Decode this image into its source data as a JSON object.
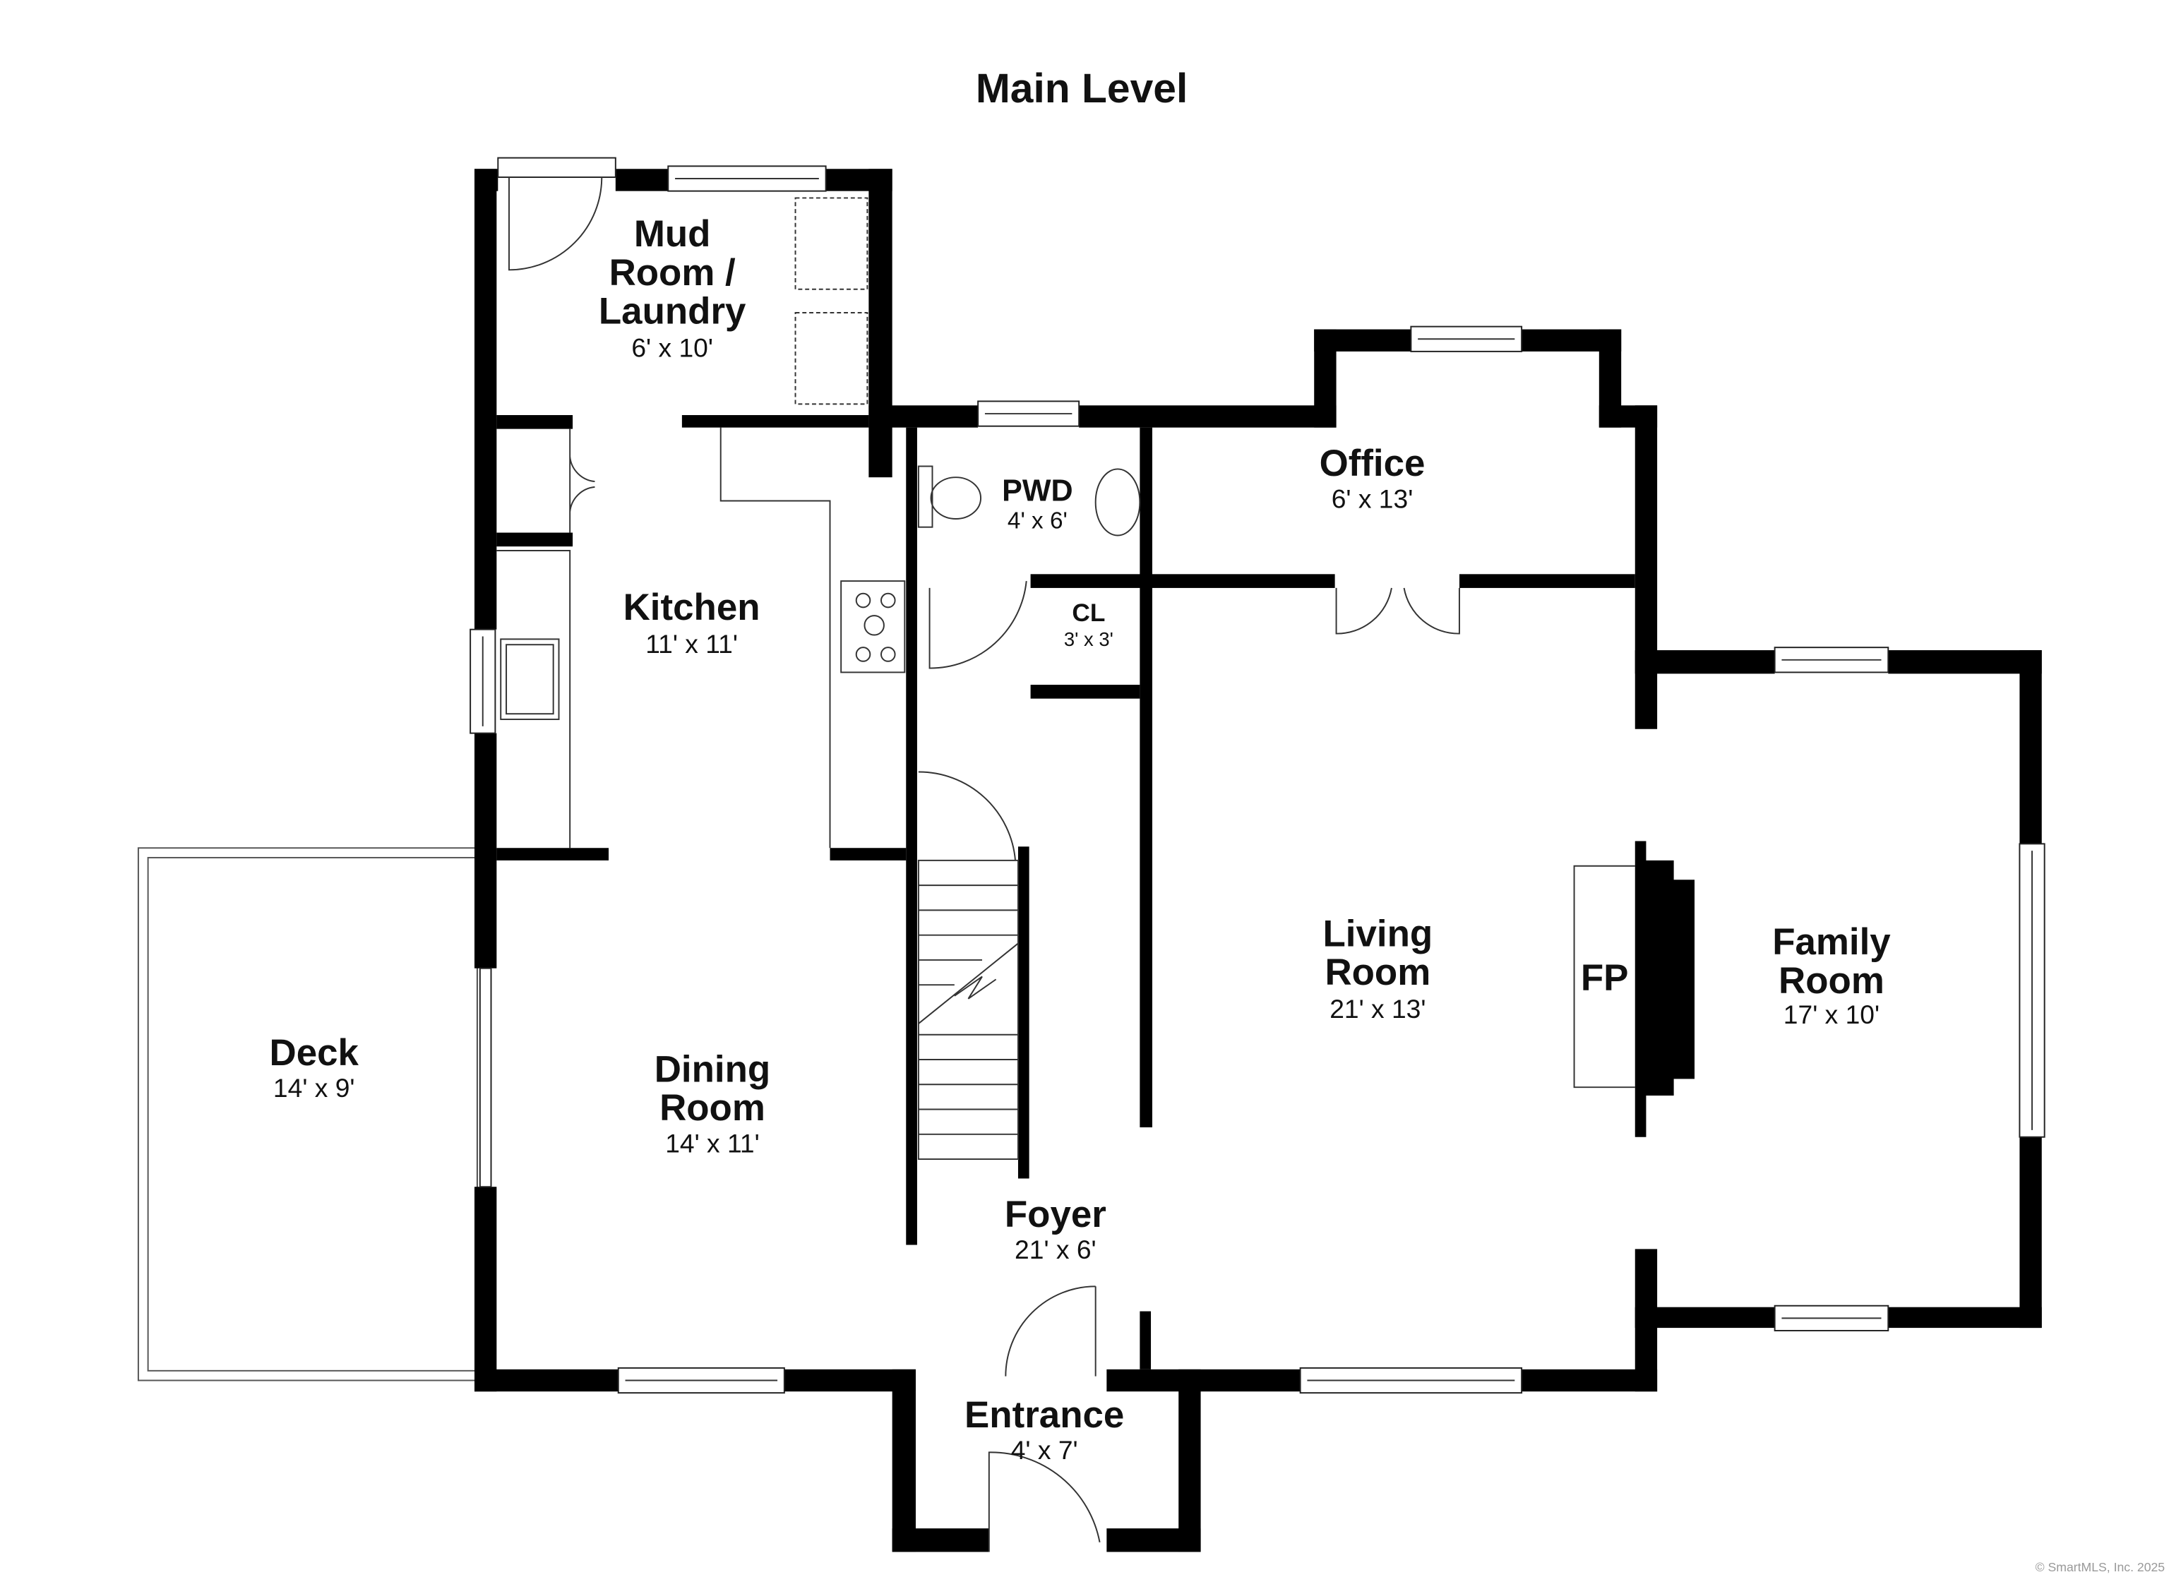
{
  "title": "Main Level",
  "rooms": {
    "mud": {
      "name1": "Mud",
      "name2": "Room /",
      "name3": "Laundry",
      "dims": "6' x 10'"
    },
    "pwd": {
      "name": "PWD",
      "dims": "4' x 6'"
    },
    "office": {
      "name": "Office",
      "dims": "6' x 13'"
    },
    "cl": {
      "name": "CL",
      "dims": "3' x 3'"
    },
    "kitchen": {
      "name": "Kitchen",
      "dims": "11' x 11'"
    },
    "living": {
      "name1": "Living",
      "name2": "Room",
      "dims": "21' x 13'"
    },
    "fp": {
      "name": "FP"
    },
    "family": {
      "name1": "Family",
      "name2": "Room",
      "dims": "17' x 10'"
    },
    "deck": {
      "name": "Deck",
      "dims": "14' x 9'"
    },
    "dining": {
      "name1": "Dining",
      "name2": "Room",
      "dims": "14' x 11'"
    },
    "foyer": {
      "name": "Foyer",
      "dims": "21' x 6'"
    },
    "entrance": {
      "name": "Entrance",
      "dims": "4' x 7'"
    }
  },
  "copyright": "© SmartMLS, Inc.  2025"
}
